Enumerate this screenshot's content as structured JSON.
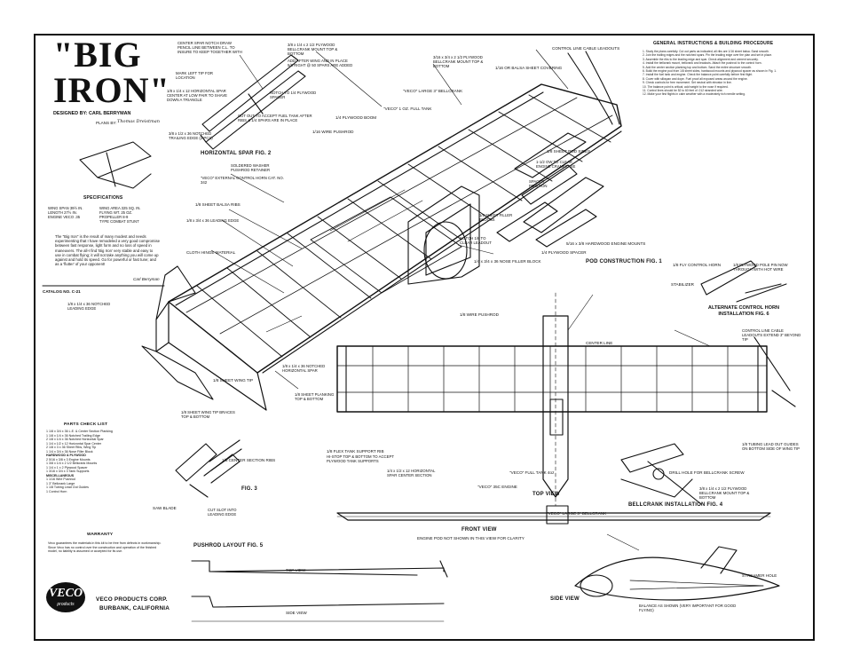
{
  "title": {
    "line1": "\"BIG",
    "line2": "IRON\""
  },
  "designer": "DESIGNED BY: CARL BERRYMAN",
  "plans_by": "PLANS BY:",
  "plans_by_sig": "Thomas Dreistman",
  "specs_heading": "SPECIFICATIONS",
  "specs": {
    "col1": [
      "WING SPAN  39½ IN.",
      "LENGTH  27½ IN.",
      "ENGINE  VECO .35"
    ],
    "col2": [
      "WING AREA  325 SQ. IN.",
      "FLYING WT. 25 OZ.",
      "PROPELLER  8-9",
      "TYPE  COMBAT STUNT"
    ]
  },
  "description": "The \"Big Iron\" is the result of many modest and needs experimenting that I have remodeled a very good compromise between fast response, light form and no loss of speed in maneuvers. The all-I find 'Big Iron' very stable and easy to use in combat flying; it will not take anything you will come up against and hold its speed. Go for powerful or fast tune; and as a 'flutter' of your opponent!",
  "description_sig": "Carl Berryman",
  "catalog": "CATALOG NO. C-21",
  "fig_labels": {
    "hspar": "HORIZONTAL SPAR FIG. 2",
    "pod": "POD CONSTRUCTION FIG. 1",
    "alt_horn": "ALTERNATE CONTROL HORN INSTALLATION FIG. 6",
    "fig3": "FIG. 3",
    "pushrod": "PUSHROD LAYOUT FIG. 5",
    "bellcrank": "BELLCRANK INSTALLATION FIG. 4",
    "top_view": "TOP VIEW",
    "front_view": "FRONT VIEW",
    "front_view_note": "ENGINE POD NOT SHOWN IN THIS VIEW FOR CLARITY",
    "side_view": "SIDE VIEW",
    "general": "GENERAL INSTRUCTIONS  &  BUILDING PROCEDURE",
    "parts": "PARTS CHECK LIST",
    "warranty": "WARRANTY"
  },
  "callouts": [
    "CENTER SPAR NOTCH DRAW PENCIL LINE BETWEEN C.L. TO INSURE TO KEEP TOGETHER WITH",
    "3/8 x 1/4 x 2 1/2 PLYWOOD BELLCRANK MOUNT TOP & BOTTOM",
    "ADD AFTER WING AND IN PLACE 5/8 RIGHT @ 50 SPARS ARE ADDED",
    "CONTROL LINE CABLE LEADOUTS",
    "MARK LEFT TIP FOR LOCATION",
    "1/8 x 1/4 x 12 HORIZONTAL SPAR CENTER AT LOW PAIR TO SHAVE DOWN A TRIANGLE",
    "NOTCH TO 1/4 PLYWOOD SPACER",
    "3/8 x 1/2 x 36 NOTCHED TRAILING EDGE (2 PCS)",
    "CUT OUT TO ACCEPT FUEL TANK AFTER RIBS & 1/4 SPARS ARE IN PLACE",
    "1/4 PLYWOOD BOOM",
    "\"VECO\" LARGE 3\" BELLCRANK",
    "\"VECO\" 1 OZ. FULL TANK",
    "3/16 x 3/4 x 2 1/2 PLYWOOD BELLCRANK MOUNT TOP & BOTTOM",
    "1/16 OR BALSA SHEET COVERING",
    "1/16 WIRE PUSHROD",
    "SOLDERED WASHER PUSHROD RETAINER",
    "\"VECO\" EXTERNAL CONTROL HORN CAT. NO. 342",
    "1/8 SHEET BALSA RIBS",
    "1/8 x 3/4 x 36 LEADING EDGE",
    "1/8 x 1/4 x 36 NOTCHED LEADING EDGE",
    "CLOTH HINGE MATERIAL",
    "1/8 SHEET POD SIDES",
    "1-1/2 OW TO CLEAR ENGINE CRANKCASE",
    "SPACER POSITION",
    "1/8 SHEET FILLER BLOCKS",
    "NOTCH 1/8 TO CLEAR LEADOUT",
    "5/16 x 3/8 HARDWOOD ENGINE MOUNTS",
    "1/4 PLYWOOD SPACER",
    "1/4 x 3/4 x 36 NOSE FILLER BLOCK",
    "1/8 SHEET WING TIP",
    "1/8 SHEET PLANKING TOP & BOTTOM",
    "1/8 SHEET WING TIP BRACES TOP & BOTTOM",
    "1/8 x 1/4 x 36 NOTCHED HORIZONTAL SPAR",
    "1/8 CENTER SECTION RIBS",
    "1/8 WIRE PUSHROD",
    "1/8 FLEX TANK SUPPORT RIB",
    "HI-STOP TOP & BOTTOM TO ACCEPT PLYWOOD TANK SUPPORTS",
    "1/4 x 1/2 x 12 HORIZONTAL SPAR CENTER SECTION",
    "DRILL HOLE FOR BELLCRANK SCREW",
    "\"VECO\" 35C ENGINE",
    "\"VECO\" FULL TANK 4oz",
    "3/8 x 1/4 x 2 1/2 PLYWOOD BELLCRANK MOUNT TOP & BOTTOM",
    "\"VECO\" LARGE 3\" BELLCRANK",
    "CENTER LINE",
    "1/8 TUBING LEAD OUT GUIDES ON BOTTOM SIDE OF WING TIP",
    "CONTROL LINE CABLE LEADOUTS EXTEND 3\" BEYOND TIP",
    "1/8 PLYWOOD POLE PIN NOW THROUGH WITH HOT WIRE",
    "STREAMER HOLE",
    "BALANCE AS SHOWN (VERY IMPORTANT FOR GOOD FLYING)",
    "STABILIZER",
    "1/8 FLY CONTROL HORN",
    "CUT SLOT INTO LEADING EDGE",
    "SAW BLADE",
    "TOP VIEW",
    "SIDE VIEW"
  ],
  "parts_list": [
    "1  1/8 x 3/4 x 36  L.E. & Center Section Planking",
    "1  1/8 x 1/4 x 36  Notched Trailing Edge",
    "2  1/8 x 1/4 x 36  Notched Horizontal Spar",
    "1  1/4 x 1/2 x 12  Horizontal Spar Center",
    "2  1/8 x 3 x 36  Sheet Ribs, Wing Tip",
    "1  1/4 x 3/4 x 36  Nose Filler Block",
    "HARDWOOD & PLYWOOD",
    "2  5/16 x 3/8 x 3  Engine Mounts",
    "1  3/8 x 1/4 x 2 1/2  Bellcrank Mounts",
    "1  1/4 x 1 x 2  Plywood Spacer",
    "1  3/16 x 3/4 x 3  Tank Supports",
    "MISCELLANEOUS",
    "1  1/16 Wire  Pushrod",
    "1  3\" Bellcrank  Large",
    "1  1/8 Tubing  Lead Out Guides",
    "1  Control Horn"
  ],
  "warranty_text": "Veco guarantees the materials in this kit to be free from defects in workmanship. Since Veco has no control over the construction and operation of the finished model, no liability is assumed or accepted for its use.",
  "company": {
    "line1": "VECO PRODUCTS CORP.",
    "line2": "BURBANK, CALIFORNIA"
  },
  "logo": {
    "word": "VECO",
    "sub": "products"
  },
  "instructions": [
    "1. Study the plans carefully. Cut out parts as indicated; all ribs are 1/16 sheet balsa. Sand smooth.",
    "2. Join the trailing edges and the notched spars. Pin the leading edge over the plan and set in place.",
    "3. Assemble the ribs to the leading edge and spar. Check alignment and cement securely.",
    "4. Install the bellcrank mount, bellcrank and leadouts. Attach the pushrod to the control horn.",
    "5. Add the center section planking top and bottom. Sand the entire structure smooth.",
    "6. Build the engine pod from 1/8 sheet sides, hardwood mounts and plywood spacer as shown in Fig. 1.",
    "7. Install the fuel tank and engine. Check the balance point carefully before first flight.",
    "8. Cover with silkspan and dope. Fuel proof all exposed areas around the engine.",
    "9. Check controls for free movement. Set neutral with elevator in line.",
    "10. The balance point is critical; add weight to the nose if required.",
    "11. Control lines should be 52 to 60 feet of .012 stranded wire.",
    "12. Make your first flights in calm weather with a moderately rich needle setting."
  ]
}
